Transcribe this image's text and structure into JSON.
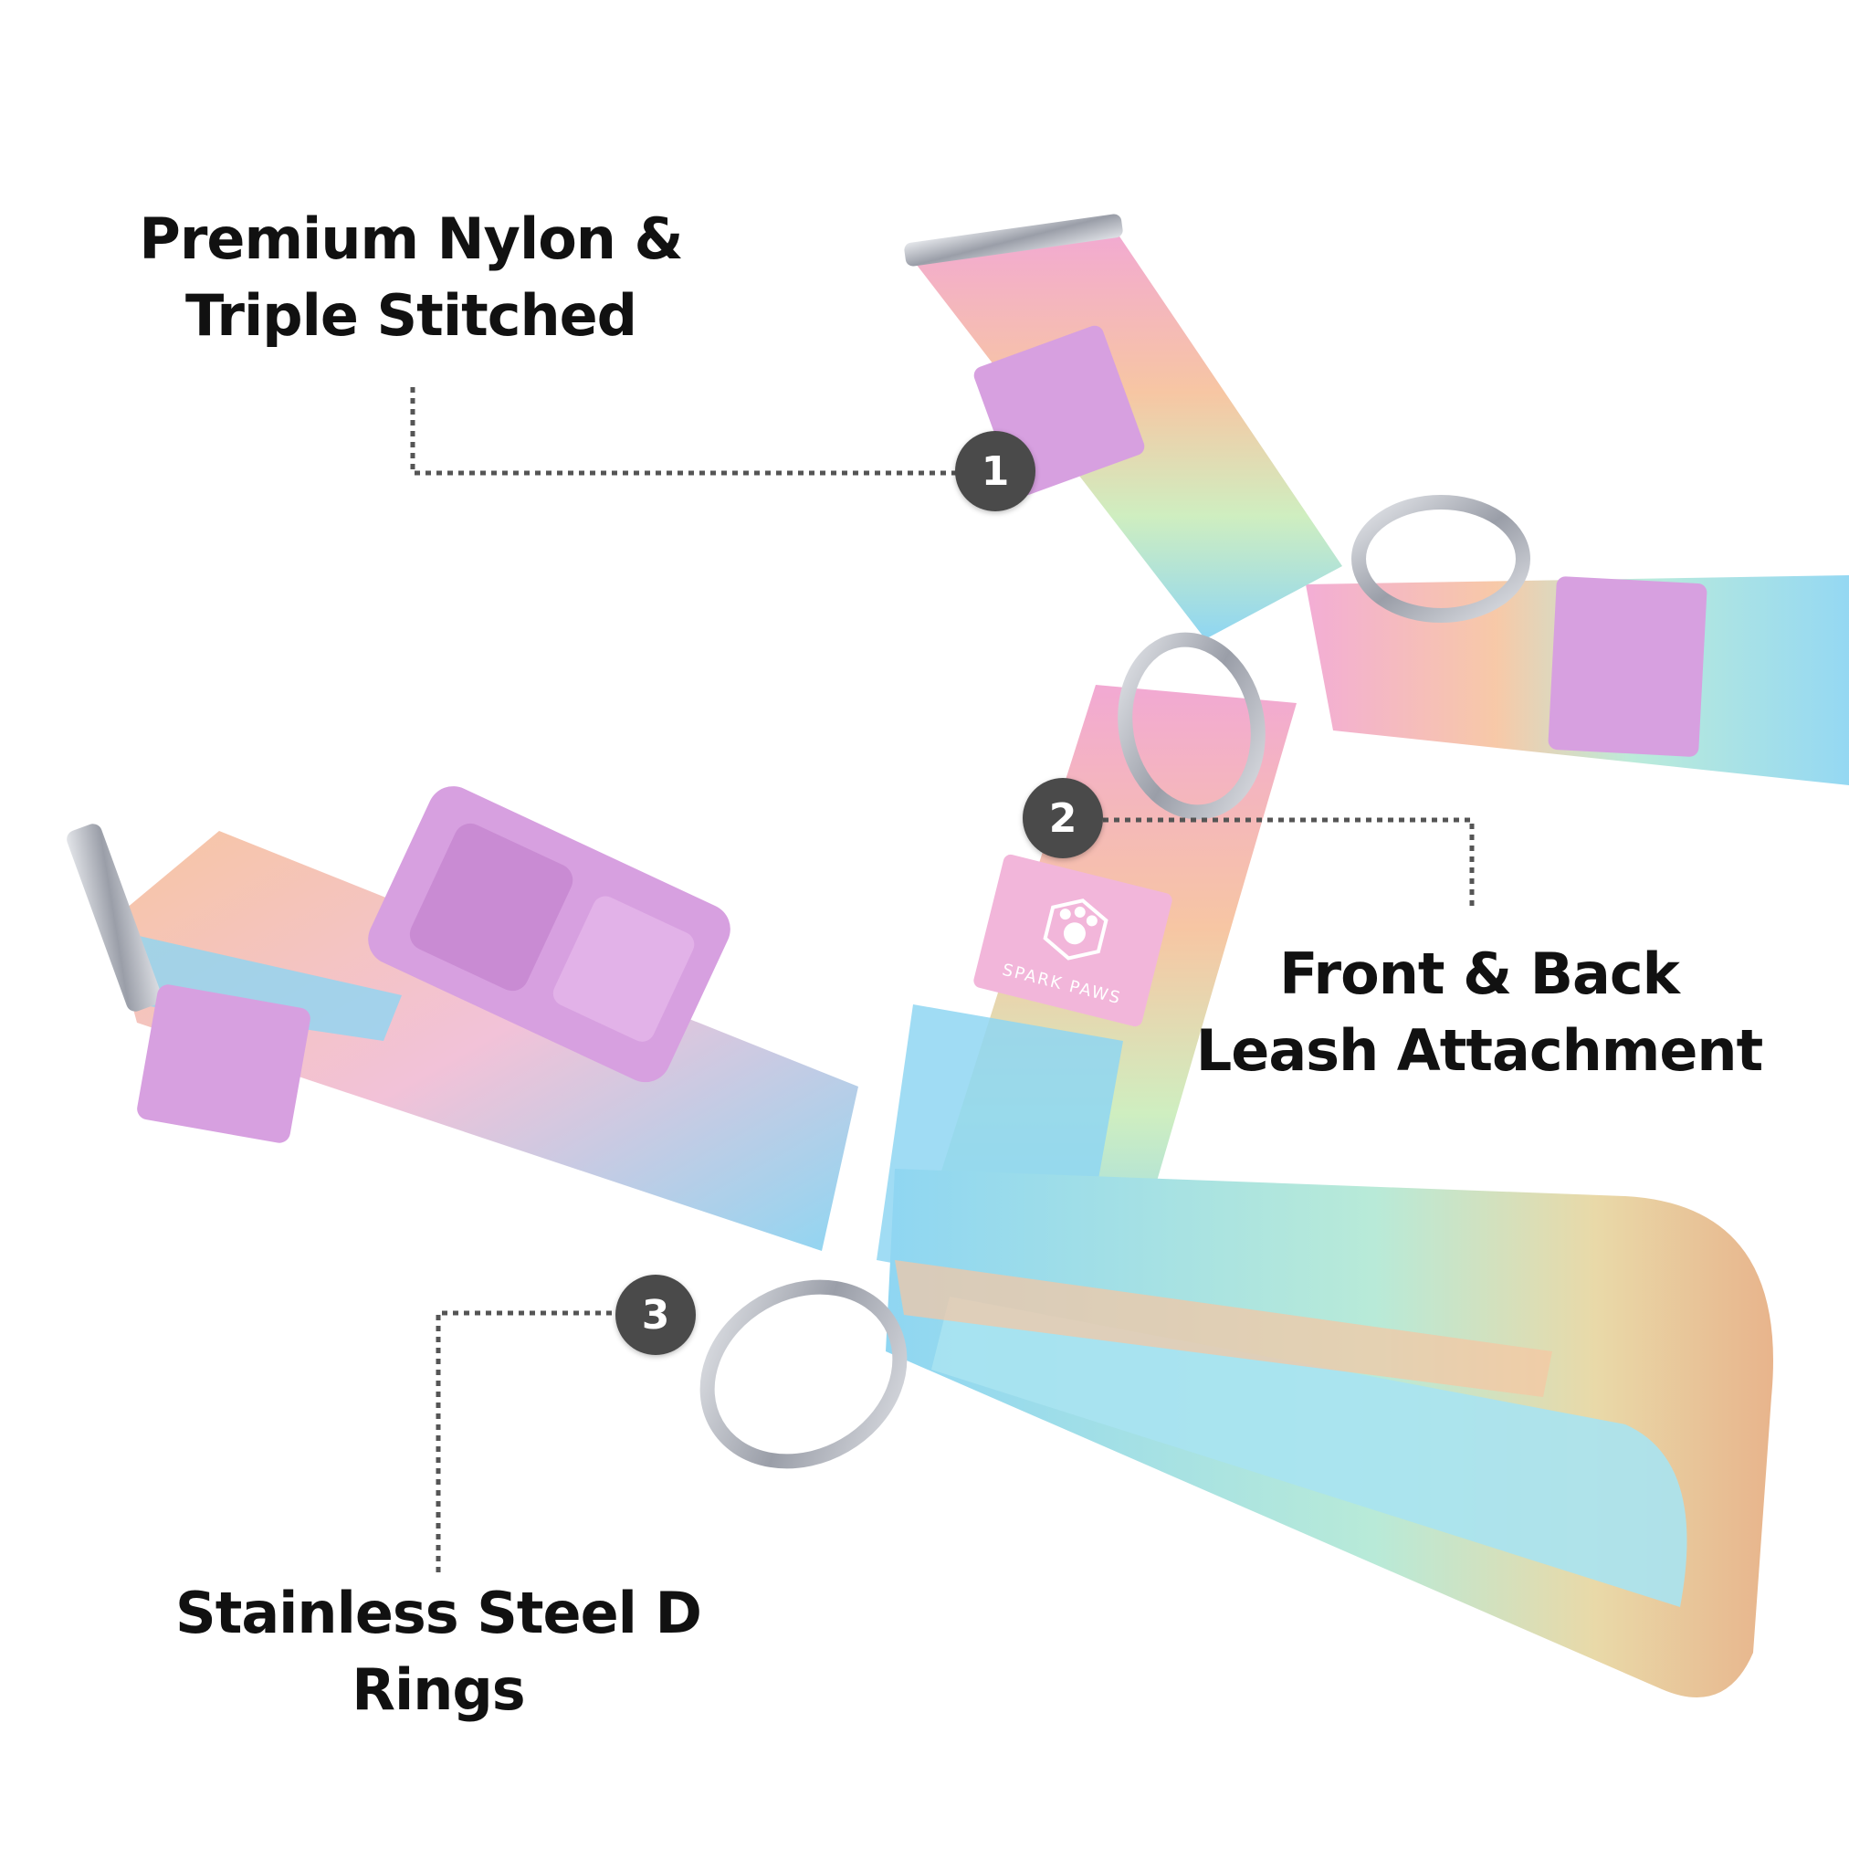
{
  "brand_tag": "SPARK PAWS",
  "colors": {
    "background": "#ffffff",
    "text": "#111111",
    "badge_fill": "#4a4a4a",
    "badge_text": "#ffffff",
    "leader_line": "#555555",
    "gradient_pink": "#f2a9d3",
    "gradient_peach": "#f7c6a3",
    "gradient_mint": "#b8ead8",
    "gradient_blue": "#8fd6f2",
    "gradient_lilac": "#d7a0e0",
    "hardware_steel": "#b9bcc4"
  },
  "callouts": [
    {
      "number": "1",
      "label_lines": [
        "Premium Nylon &",
        "Triple Stitched"
      ]
    },
    {
      "number": "2",
      "label_lines": [
        "Front & Back",
        "Leash Attachment"
      ]
    },
    {
      "number": "3",
      "label_lines": [
        "Stainless Steel D",
        "Rings"
      ]
    }
  ]
}
